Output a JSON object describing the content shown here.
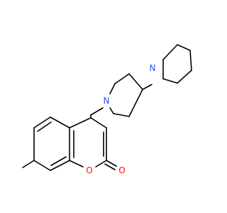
{
  "molecule": {
    "atom_labels": {
      "ring_nitrogen_1": "N",
      "ring_nitrogen_2": "N",
      "ring_oxygen": "O",
      "carbonyl_oxygen": "O"
    },
    "colors": {
      "bond": "#000000",
      "nitrogen": "#3050f8",
      "oxygen": "#ff0d0d",
      "background": "#ffffff"
    }
  }
}
